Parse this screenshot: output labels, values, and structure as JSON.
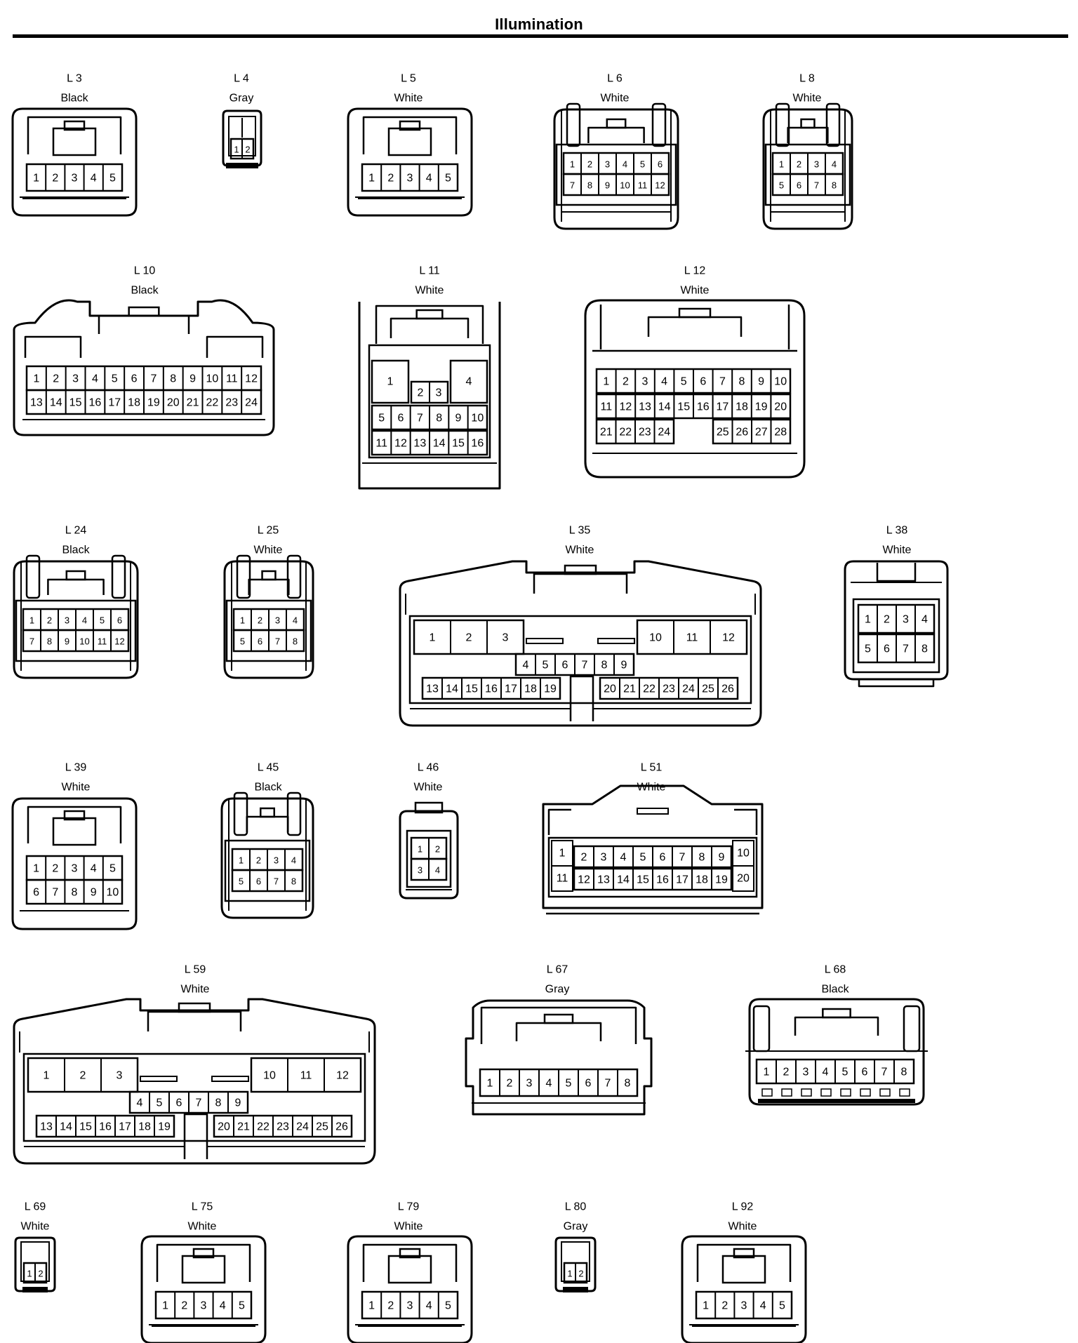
{
  "page_title": "Illumination",
  "connectors": [
    {
      "key": "L3",
      "id": "L 3",
      "color": "Black"
    },
    {
      "key": "L4",
      "id": "L 4",
      "color": "Gray"
    },
    {
      "key": "L5",
      "id": "L 5",
      "color": "White"
    },
    {
      "key": "L6",
      "id": "L 6",
      "color": "White"
    },
    {
      "key": "L8",
      "id": "L 8",
      "color": "White"
    },
    {
      "key": "L10",
      "id": "L 10",
      "color": "Black"
    },
    {
      "key": "L11",
      "id": "L 11",
      "color": "White"
    },
    {
      "key": "L12",
      "id": "L 12",
      "color": "White"
    },
    {
      "key": "L24",
      "id": "L 24",
      "color": "Black"
    },
    {
      "key": "L25",
      "id": "L 25",
      "color": "White"
    },
    {
      "key": "L35",
      "id": "L 35",
      "color": "White"
    },
    {
      "key": "L38",
      "id": "L 38",
      "color": "White"
    },
    {
      "key": "L39",
      "id": "L 39",
      "color": "White"
    },
    {
      "key": "L45",
      "id": "L 45",
      "color": "Black"
    },
    {
      "key": "L46",
      "id": "L 46",
      "color": "White"
    },
    {
      "key": "L51",
      "id": "L 51",
      "color": "White"
    },
    {
      "key": "L59",
      "id": "L 59",
      "color": "White"
    },
    {
      "key": "L67",
      "id": "L 67",
      "color": "Gray"
    },
    {
      "key": "L68",
      "id": "L 68",
      "color": "Black"
    },
    {
      "key": "L69",
      "id": "L 69",
      "color": "White"
    },
    {
      "key": "L75",
      "id": "L 75",
      "color": "White"
    },
    {
      "key": "L79",
      "id": "L 79",
      "color": "White"
    },
    {
      "key": "L80",
      "id": "L 80",
      "color": "Gray"
    },
    {
      "key": "L92",
      "id": "L 92",
      "color": "White"
    }
  ]
}
